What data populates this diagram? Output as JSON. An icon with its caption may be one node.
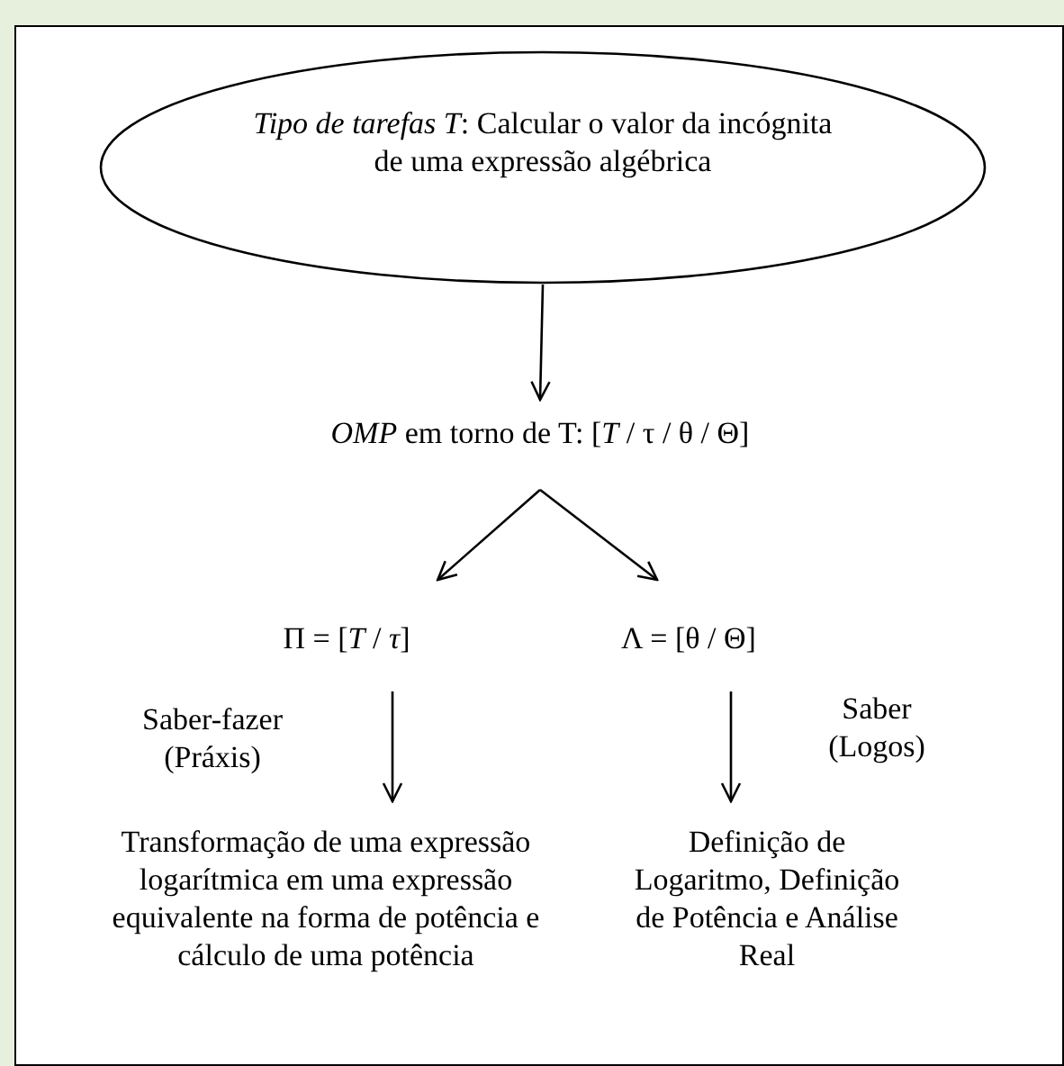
{
  "diagram": {
    "nodes": [
      {
        "text": [
          "*Tipo de tarefas T*: Calcular o valor da incógnita de uma expressão algébrica"
        ]
      },
      {
        "text": [
          "*OMP* em torno de T: [*T* / τ / θ / Θ]"
        ]
      },
      {
        "text": [
          "Π = [*T* / *τ*]"
        ]
      },
      {
        "text": [
          "Λ = [θ / Θ]"
        ]
      },
      {
        "text": [
          "Transformação de uma expressão logarítmica em uma expressão equivalente na forma de potência e cálculo de uma potência"
        ]
      },
      {
        "text": [
          "Definição de Logaritmo, Definição de Potência e Análise Real"
        ]
      }
    ],
    "edges": [
      {
        "from": 0,
        "to": 1,
        "arrow": "to"
      },
      {
        "from": 1,
        "to": 2,
        "arrow": "to"
      },
      {
        "from": 1,
        "to": 3,
        "arrow": "to"
      },
      {
        "from": 2,
        "to": 4,
        "arrow": "to",
        "label": "Saber-fazer (Práxis)"
      },
      {
        "from": 3,
        "to": 5,
        "arrow": "to",
        "label": "Saber (Logos)"
      }
    ]
  }
}
